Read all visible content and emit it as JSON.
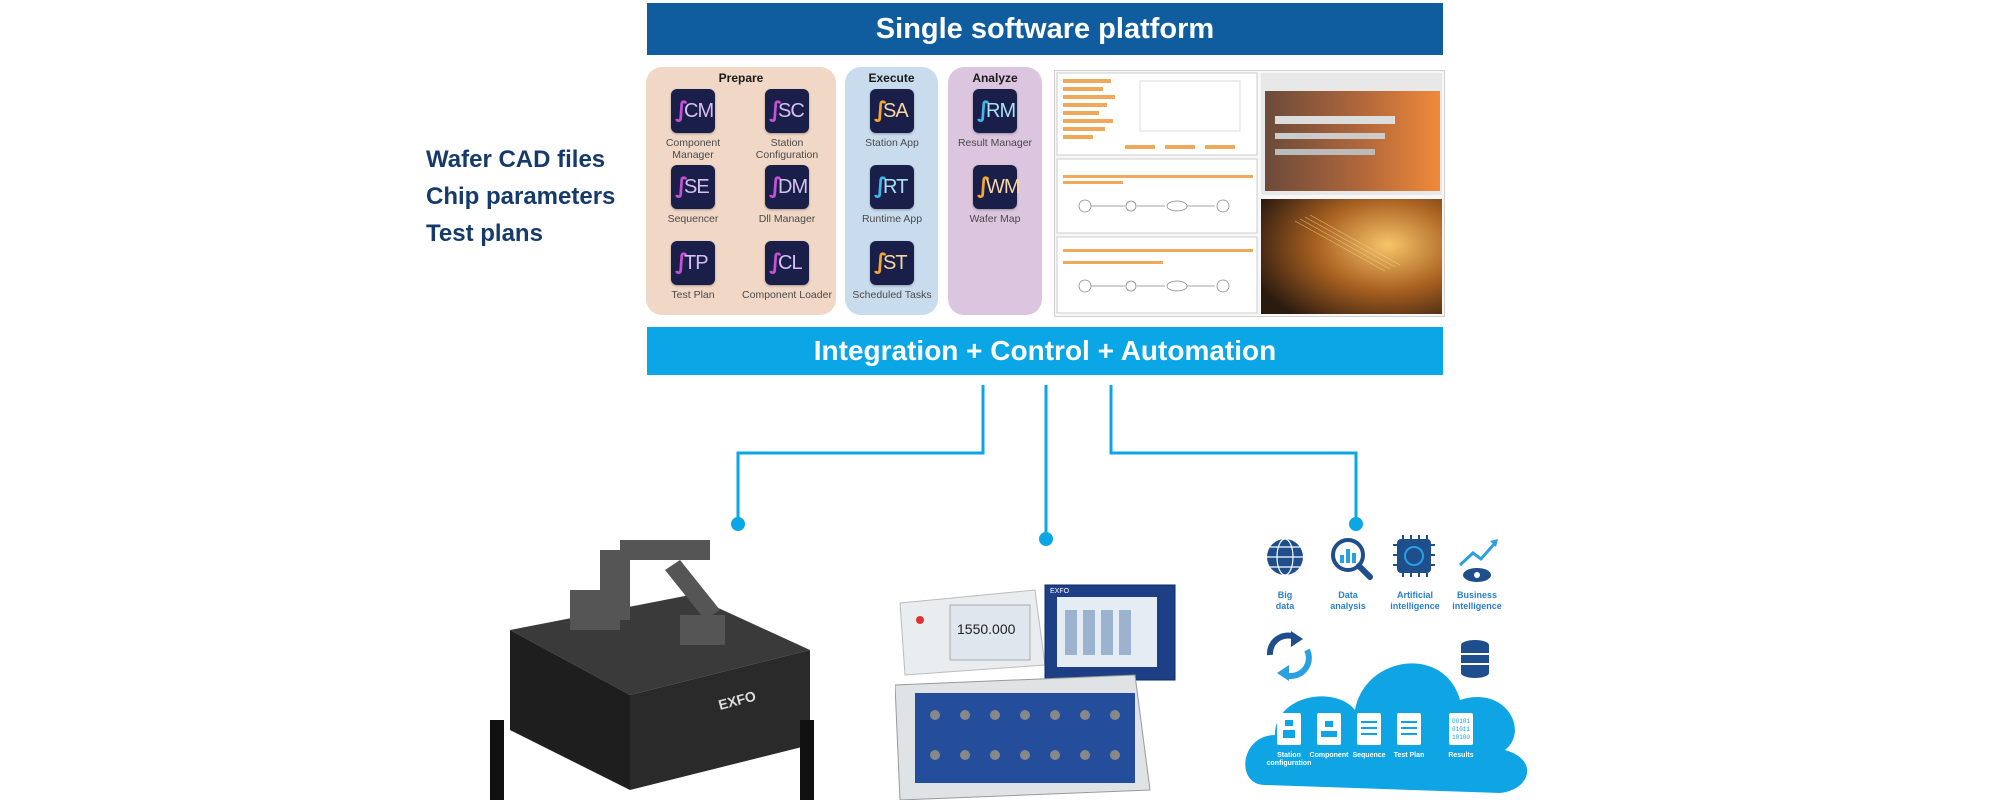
{
  "header": {
    "title": "Single software platform"
  },
  "footer_bar": {
    "title": "Integration + Control + Automation"
  },
  "inputs": [
    "Wafer CAD files",
    "Chip parameters",
    "Test plans"
  ],
  "groups": [
    {
      "title": "Prepare",
      "apps": [
        {
          "abbr": "CM",
          "label": "Component Manager"
        },
        {
          "abbr": "SC",
          "label": "Station Configuration"
        },
        {
          "abbr": "SE",
          "label": "Sequencer"
        },
        {
          "abbr": "DM",
          "label": "Dll Manager"
        },
        {
          "abbr": "TP",
          "label": "Test Plan"
        },
        {
          "abbr": "CL",
          "label": "Component Loader"
        }
      ]
    },
    {
      "title": "Execute",
      "apps": [
        {
          "abbr": "SA",
          "label": "Station App"
        },
        {
          "abbr": "RT",
          "label": "Runtime App"
        },
        {
          "abbr": "ST",
          "label": "Scheduled Tasks"
        }
      ]
    },
    {
      "title": "Analyze",
      "apps": [
        {
          "abbr": "RM",
          "label": "Result Manager"
        },
        {
          "abbr": "WM",
          "label": "Wafer Map"
        }
      ]
    }
  ],
  "equipment": {
    "probe_station_brand": "EXFO",
    "instrument_readout": "1550.000",
    "instrument_brand": "EXFO"
  },
  "cloud": {
    "top_icons": [
      "Big data",
      "Data analysis",
      "Artificial intelligence",
      "Business intelligence"
    ],
    "bottom_icons": [
      "Station configuration",
      "Component",
      "Sequence",
      "Test Plan",
      "Results"
    ],
    "results_bits": [
      "00101",
      "01011",
      "10100"
    ]
  },
  "colors": {
    "header_blue": "#0f5d9e",
    "bar_cyan": "#0aa6e6",
    "connector": "#0aa6e6",
    "prepare_bg": "#f1d7c6",
    "execute_bg": "#c9dcee",
    "analyze_bg": "#dcc5de",
    "tile_bg": "#1a1f49"
  }
}
